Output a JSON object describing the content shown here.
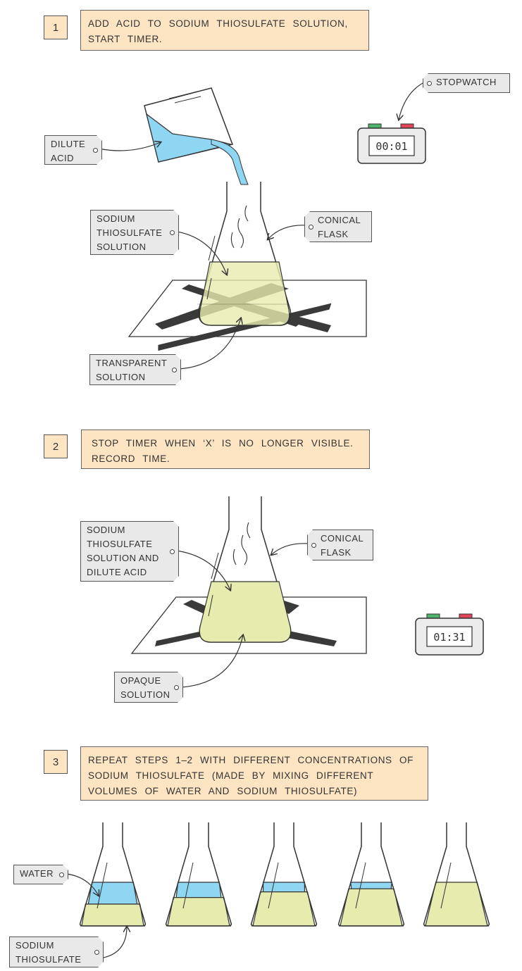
{
  "steps": [
    {
      "number": "1",
      "text": "ADD ACID TO SODIUM THIOSULFATE  SOLUTION, START  TIMER."
    },
    {
      "number": "2",
      "text": "STOP TIMER WHEN ‘X’ IS NO LONGER VISIBLE. RECORD TIME."
    },
    {
      "number": "3",
      "text": "REPEAT STEPS 1–2 WITH DIFFERENT CONCENTRATIONS OF SODIUM THIOSULFATE (MADE BY MIXING DIFFERENT VOLUMES OF WATER AND SODIUM THIOSULFATE)"
    }
  ],
  "labels": {
    "dilute_acid": "DILUTE\nACID",
    "stopwatch": "STOPWATCH",
    "sodium_thiosulfate_solution": "SODIUM\nTHIOSULFATE\nSOLUTION",
    "conical_flask_1": "CONICAL\nFLASK",
    "transparent_solution": "TRANSPARENT\nSOLUTION",
    "mixed_solution": "SODIUM\nTHIOSULFATE\nSOLUTION AND\nDILUTE ACID",
    "conical_flask_2": "CONICAL\nFLASK",
    "opaque_solution": "OPAQUE\nSOLUTION",
    "water": "WATER",
    "sodium_thiosulfate": "SODIUM\nTHIOSULFATE"
  },
  "stopwatch_times": [
    "00:01",
    "01:31"
  ],
  "water_fraction_levels": [
    0.5,
    0.35,
    0.22,
    0.15,
    0.0
  ],
  "colors": {
    "step_box": "#fde5c3",
    "label_tag": "#e9e9e9",
    "acid_blue": "#8fd6f2",
    "solution_yellow": "#e6ecae",
    "cross": "#3a3a3a",
    "button_green": "#4cb56a",
    "button_red": "#e0445a"
  }
}
